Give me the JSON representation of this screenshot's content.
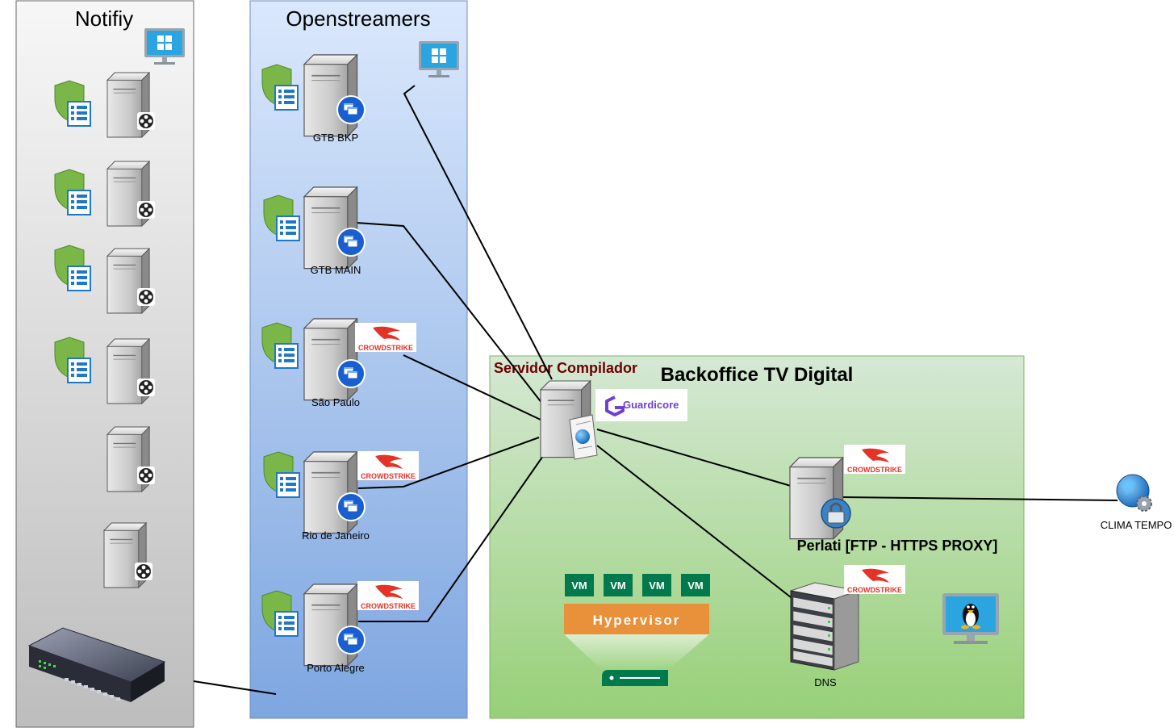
{
  "groups": {
    "notifiy": {
      "title": "Notifiy"
    },
    "openstreamers": {
      "title": "Openstreamers"
    },
    "backoffice": {
      "title": "Backoffice TV Digital",
      "server_title": "Servidor Compilador"
    }
  },
  "servers": {
    "gtb_bkp": "GTB BKP",
    "gtb_main": "GTB MAIN",
    "sao_paulo": "São Paulo",
    "rio": "Rio de Janeiro",
    "porto_alegre": "Porto Alegre",
    "perlati": "Perlati [FTP - HTTPS PROXY]",
    "dns": "DNS",
    "clima": "CLIMA TEMPO"
  },
  "badges": {
    "crowdstrike": "CROWDSTRIKE",
    "guardicore": "Guardicore"
  },
  "hypervisor": {
    "label": "Hypervisor",
    "vm_label": "VM",
    "vm_count": 4
  },
  "colors": {
    "notifiy_fill": "#e0e0e0",
    "openstreamers_fill": "#dae8fc",
    "backoffice_fill": "#d5e8d4",
    "crowdstrike_red": "#e53227",
    "guardicore_purple": "#6e3fd8",
    "vm_green": "#00794c",
    "hypervisor_orange": "#e8913a",
    "windows_blue": "#2aa5e0"
  }
}
